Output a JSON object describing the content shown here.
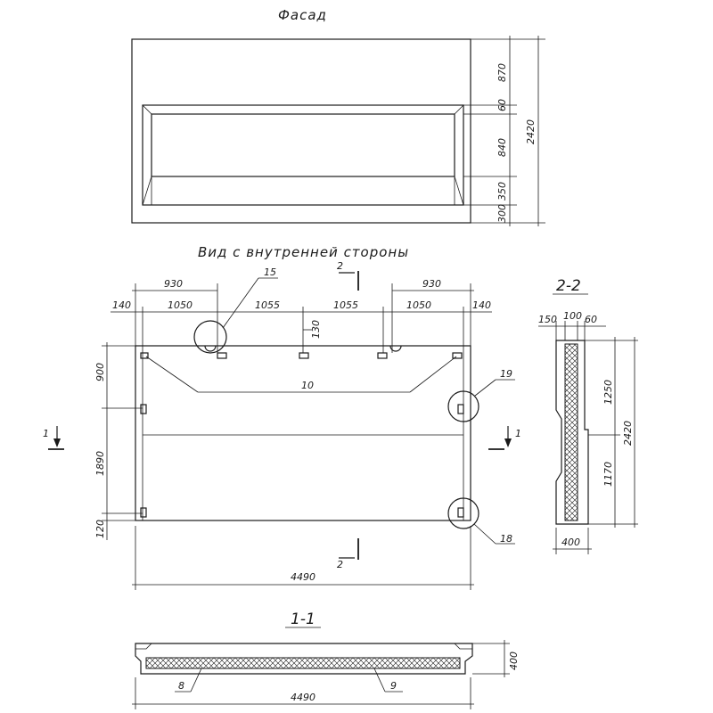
{
  "titles": {
    "facade": "Фасад",
    "inner_view": "Вид с внутренней стороны",
    "section_1": "1-1",
    "section_2": "2-2"
  },
  "facade": {
    "dims_right": [
      "870",
      "60",
      "840",
      "350",
      "300"
    ],
    "total_height": "2420"
  },
  "inner_view": {
    "top_dims_row1": [
      "930",
      "930"
    ],
    "top_dims_row2": [
      "140",
      "1050",
      "1055",
      "1055",
      "1050",
      "140"
    ],
    "left_dims": [
      "900",
      "1890",
      "120"
    ],
    "small_dim": "130",
    "total_width": "4490",
    "cut_labels": {
      "cut1_left": "1",
      "cut1_right": "1",
      "cut2_top": "2",
      "cut2_bottom": "2"
    },
    "callouts": {
      "c15": "15",
      "c10": "10",
      "c19": "19",
      "c18": "18"
    }
  },
  "section_2_2": {
    "top_dims": [
      "150",
      "100",
      "60"
    ],
    "right_dims": [
      "1250",
      "1170"
    ],
    "total": "2420",
    "bottom_dim": "400"
  },
  "section_1_1": {
    "height_dim": "400",
    "total_width": "4490",
    "callouts": {
      "c8": "8",
      "c9": "9"
    }
  }
}
